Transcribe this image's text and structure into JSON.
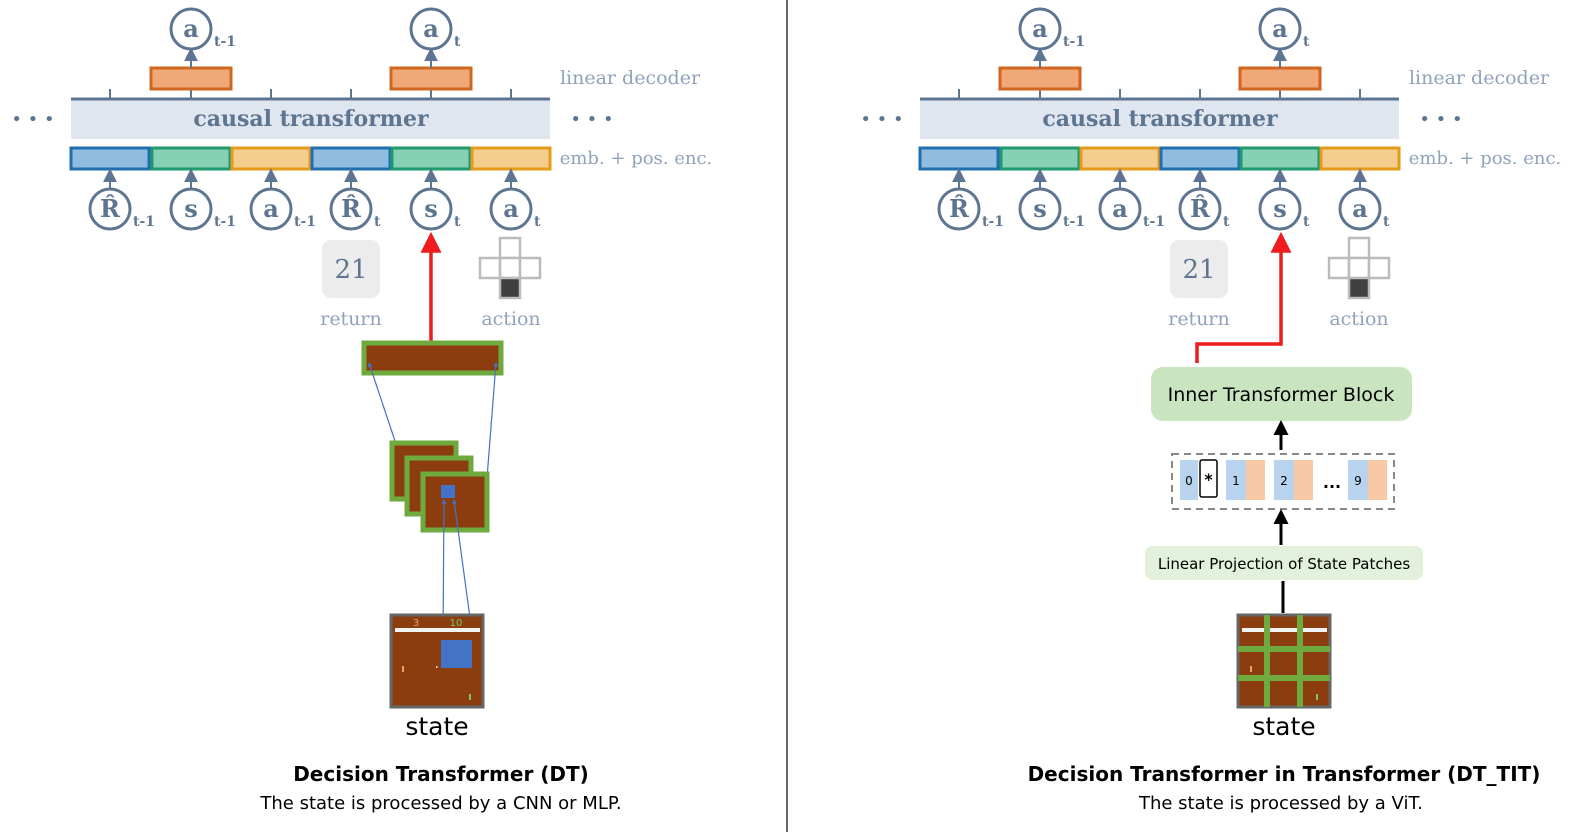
{
  "left": {
    "output_tokens": [
      {
        "symbol": "a",
        "sub": "t-1"
      },
      {
        "symbol": "a",
        "sub": "t"
      }
    ],
    "linear_decoder_label": "linear decoder",
    "transformer_label": "causal transformer",
    "embedding_label": "emb. + pos. enc.",
    "ellipsis": "• • •",
    "input_tokens": [
      {
        "symbol": "R̂",
        "sub": "t-1"
      },
      {
        "symbol": "s",
        "sub": "t-1"
      },
      {
        "symbol": "a",
        "sub": "t-1"
      },
      {
        "symbol": "R̂",
        "sub": "t"
      },
      {
        "symbol": "s",
        "sub": "t"
      },
      {
        "symbol": "a",
        "sub": "t"
      }
    ],
    "return_value": "21",
    "return_label": "return",
    "action_label": "action",
    "screen_score_left": "3",
    "screen_score_right": "10",
    "state_label": "state",
    "title": "Decision Transformer (DT)",
    "subtitle": "The state is processed by a CNN or MLP."
  },
  "right": {
    "output_tokens": [
      {
        "symbol": "a",
        "sub": "t-1"
      },
      {
        "symbol": "a",
        "sub": "t"
      }
    ],
    "linear_decoder_label": "linear decoder",
    "transformer_label": "causal transformer",
    "embedding_label": "emb. + pos. enc.",
    "ellipsis": "• • •",
    "input_tokens": [
      {
        "symbol": "R̂",
        "sub": "t-1"
      },
      {
        "symbol": "s",
        "sub": "t-1"
      },
      {
        "symbol": "a",
        "sub": "t-1"
      },
      {
        "symbol": "R̂",
        "sub": "t"
      },
      {
        "symbol": "s",
        "sub": "t"
      },
      {
        "symbol": "a",
        "sub": "t"
      }
    ],
    "return_value": "21",
    "return_label": "return",
    "action_label": "action",
    "inner_block_label": "Inner Transformer Block",
    "patch_tokens": [
      "0",
      "*",
      "1",
      "2",
      "...",
      "9"
    ],
    "projection_label": "Linear Projection of State Patches",
    "state_label": "state",
    "title": "Decision Transformer in Transformer (DT_TIT)",
    "subtitle": "The state is processed by a ViT."
  },
  "colors": {
    "token_blue": "#8fbcdf",
    "token_blue_border": "#1f6fae",
    "token_green": "#86d0b6",
    "token_green_border": "#1e9a6c",
    "token_yellow": "#f3ce8c",
    "token_yellow_border": "#e49a1a",
    "decoder_fill": "#f0a878",
    "decoder_border": "#d1661e",
    "transformer_fill": "#dfe6ef",
    "slate": "#5d7591",
    "label_gray": "#90a3bb",
    "brown": "#8b3d10",
    "leaf_green": "#6faa3e",
    "red_arrow": "#ee1c1c",
    "state_blue": "#4472c4",
    "inner_block_fill": "#c9e5c0",
    "projection_fill": "#e3f1dc",
    "patch_blue": "#b7d3ee",
    "patch_peach": "#f8c9a6"
  }
}
